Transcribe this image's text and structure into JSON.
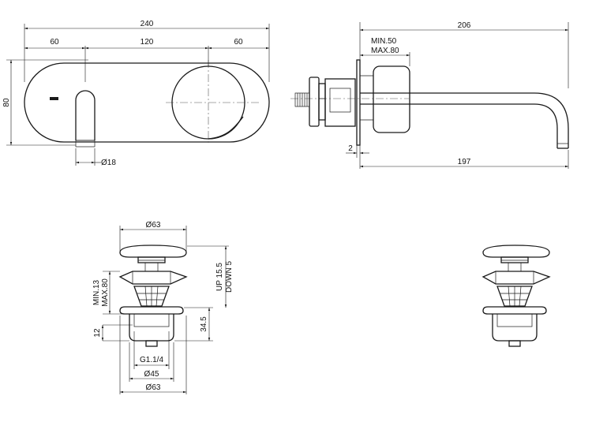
{
  "front_view": {
    "dim_total_width": "240",
    "dim_left": "60",
    "dim_middle": "120",
    "dim_right": "60",
    "dim_height": "80",
    "dim_spout_diameter": "Ø18"
  },
  "side_view": {
    "dim_total_length": "206",
    "dim_depth_min": "MIN.50",
    "dim_depth_max": "MAX.80",
    "dim_plate_thickness": "2",
    "dim_projection": "197"
  },
  "drain_view": {
    "dim_cap_diameter": "Ø63",
    "dim_min": "MIN.13",
    "dim_max": "MAX.80",
    "dim_up": "UP 15.5",
    "dim_down": "DOWN 5",
    "dim_body_height": "34.5",
    "dim_thread_length": "12",
    "dim_thread": "G1.1/4",
    "dim_body_diameter": "Ø45",
    "dim_bottom_diameter": "Ø63"
  },
  "colors": {
    "line": "#1a1a1a",
    "centerline": "#555555",
    "background": "#ffffff"
  }
}
